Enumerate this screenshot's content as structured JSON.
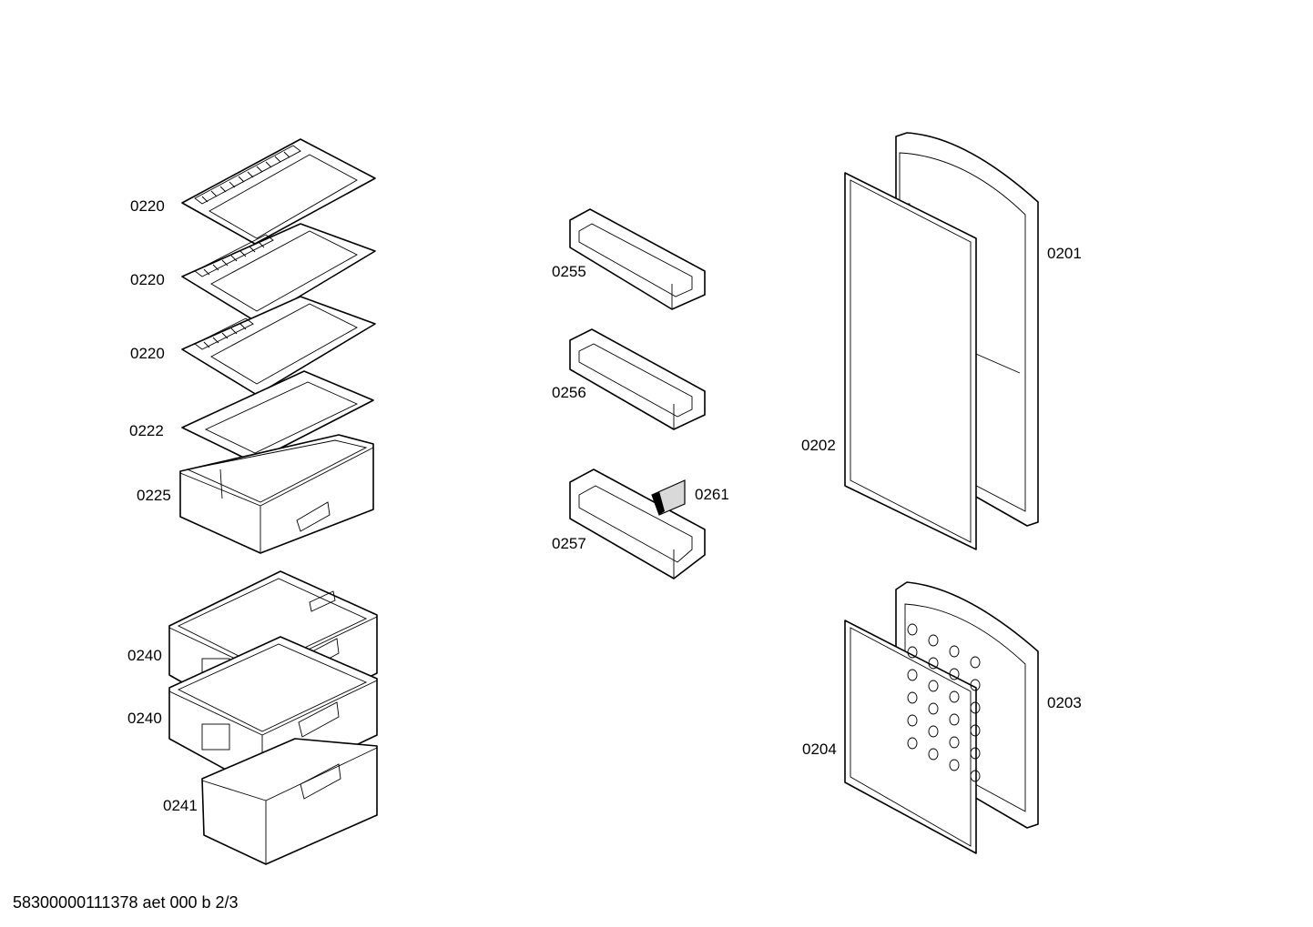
{
  "labels": {
    "shelf_1": "0220",
    "shelf_2": "0220",
    "shelf_3": "0220",
    "shelf_4": "0222",
    "crisper_tray": "0225",
    "drawer_1": "0240",
    "drawer_2": "0240",
    "drawer_3": "0241",
    "door_bin_1": "0255",
    "door_bin_2": "0256",
    "door_bin_3": "0257",
    "bin_divider": "0261",
    "upper_door": "0201",
    "upper_gasket": "0202",
    "lower_door": "0203",
    "lower_gasket": "0204"
  },
  "footer": {
    "document_code": "58300000111378 aet 000 b 2/3"
  }
}
